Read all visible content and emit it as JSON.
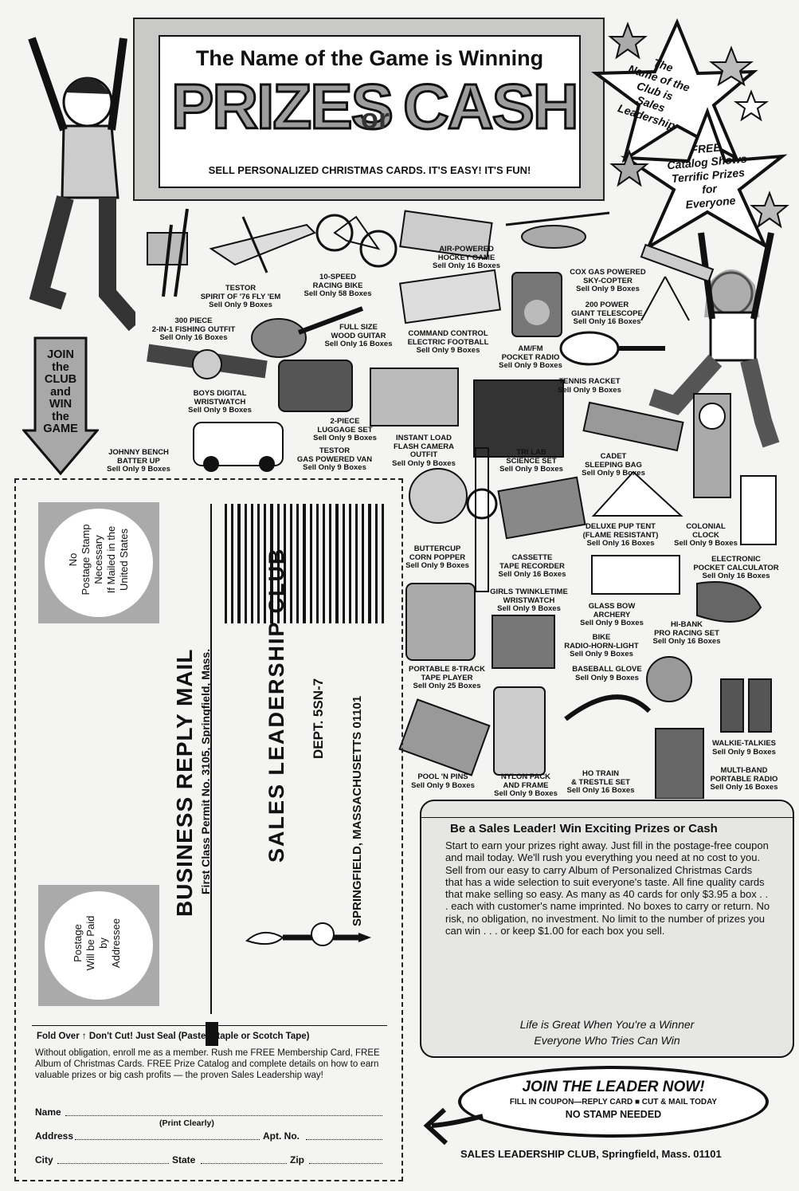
{
  "banner": {
    "headline": "The Name of the Game is Winning",
    "word1": "PRIZES",
    "or": "or",
    "word2": "CASH",
    "subline": "SELL PERSONALIZED CHRISTMAS CARDS. IT'S EASY! IT'S FUN!"
  },
  "stars": {
    "club_name": [
      "The",
      "Name of the",
      "Club is",
      "Sales",
      "Leadership"
    ],
    "catalog": [
      "FREE",
      "Catalog Shows",
      "Terrific Prizes",
      "for",
      "Everyone"
    ]
  },
  "arrow_text": [
    "JOIN",
    "the",
    "CLUB",
    "and",
    "WIN",
    "the",
    "GAME"
  ],
  "prizes": [
    {
      "name": "300 PIECE\n2-IN-1 FISHING OUTFIT",
      "sell": "Sell Only 16 Boxes"
    },
    {
      "name": "TESTOR\nSPIRIT OF '76 FLY 'EM",
      "sell": "Sell Only 9 Boxes"
    },
    {
      "name": "10-SPEED\nRACING BIKE",
      "sell": "Sell Only 58 Boxes"
    },
    {
      "name": "AIR-POWERED\nHOCKEY GAME",
      "sell": "Sell Only 16 Boxes"
    },
    {
      "name": "COX GAS POWERED\nSKY-COPTER",
      "sell": "Sell Only 9 Boxes"
    },
    {
      "name": "200 POWER\nGIANT TELESCOPE",
      "sell": "Sell Only 16 Boxes"
    },
    {
      "name": "FULL SIZE\nWOOD GUITAR",
      "sell": "Sell Only 16 Boxes"
    },
    {
      "name": "COMMAND CONTROL\nELECTRIC FOOTBALL",
      "sell": "Sell Only 9 Boxes"
    },
    {
      "name": "AM/FM\nPOCKET RADIO",
      "sell": "Sell Only 9 Boxes"
    },
    {
      "name": "TENNIS RACKET",
      "sell": "Sell Only 9 Boxes"
    },
    {
      "name": "BOYS DIGITAL\nWRISTWATCH",
      "sell": "Sell Only 9 Boxes"
    },
    {
      "name": "2-PIECE\nLUGGAGE SET",
      "sell": "Sell Only 9 Boxes"
    },
    {
      "name": "INSTANT LOAD\nFLASH CAMERA\nOUTFIT",
      "sell": "Sell Only 9 Boxes"
    },
    {
      "name": "TRI LAB\nSCIENCE SET",
      "sell": "Sell Only 9 Boxes"
    },
    {
      "name": "CADET\nSLEEPING BAG",
      "sell": "Sell Only 9 Boxes"
    },
    {
      "name": "JOHNNY BENCH\nBATTER UP",
      "sell": "Sell Only 9 Boxes"
    },
    {
      "name": "TESTOR\nGAS POWERED VAN",
      "sell": "Sell Only 9 Boxes"
    },
    {
      "name": "BUTTERCUP\nCORN POPPER",
      "sell": "Sell Only 9 Boxes"
    },
    {
      "name": "CASSETTE\nTAPE RECORDER",
      "sell": "Sell Only 16 Boxes"
    },
    {
      "name": "DELUXE PUP TENT\n(FLAME RESISTANT)",
      "sell": "Sell Only 16 Boxes"
    },
    {
      "name": "COLONIAL\nCLOCK",
      "sell": "Sell Only 9 Boxes"
    },
    {
      "name": "ELECTRONIC\nPOCKET CALCULATOR",
      "sell": "Sell Only 16 Boxes"
    },
    {
      "name": "GIRLS TWINKLETIME\nWRISTWATCH",
      "sell": "Sell Only 9 Boxes"
    },
    {
      "name": "GLASS BOW\nARCHERY",
      "sell": "Sell Only 9 Boxes"
    },
    {
      "name": "HI-BANK\nPRO RACING SET",
      "sell": "Sell Only 16 Boxes"
    },
    {
      "name": "BIKE\nRADIO-HORN-LIGHT",
      "sell": "Sell Only 9 Boxes"
    },
    {
      "name": "PORTABLE 8-TRACK\nTAPE PLAYER",
      "sell": "Sell Only 25 Boxes"
    },
    {
      "name": "BASEBALL GLOVE",
      "sell": "Sell Only 9 Boxes"
    },
    {
      "name": "WALKIE-TALKIES",
      "sell": "Sell Only 9 Boxes"
    },
    {
      "name": "MULTI-BAND\nPORTABLE RADIO",
      "sell": "Sell Only 16 Boxes"
    },
    {
      "name": "POOL 'N PINS",
      "sell": "Sell Only 9 Boxes"
    },
    {
      "name": "NYLON PACK\nAND FRAME",
      "sell": "Sell Only 9 Boxes"
    },
    {
      "name": "HO TRAIN\n& TRESTLE SET",
      "sell": "Sell Only 16 Boxes"
    }
  ],
  "coupon": {
    "stamp_top": [
      "No",
      "Postage Stamp",
      "Necessary",
      "If Mailed in the",
      "United States"
    ],
    "stamp_bottom": [
      "Postage",
      "Will be Paid",
      "by",
      "Addressee"
    ],
    "brm_title": "BUSINESS REPLY MAIL",
    "brm_permit": "First Class Permit No. 3105, Springfield, Mass.",
    "club": "SALES LEADERSHIP CLUB",
    "dept": "DEPT. 5SN-7",
    "city": "SPRINGFIELD, MASSACHUSETTS 01101",
    "fold": "Fold Over",
    "fold_rest": "Don't Cut! Just Seal (Paste, Staple or Scotch Tape)",
    "body": "Without obligation, enroll me as a member. Rush me FREE Membership Card, FREE Album of Christmas Cards. FREE Prize Catalog and complete details on how to earn valuable prizes or big cash profits — the proven Sales Leadership way!",
    "name_label": "Name",
    "print_clearly": "(Print Clearly)",
    "address_label": "Address",
    "apt_label": "Apt. No.",
    "city_label": "City",
    "state_label": "State",
    "zip_label": "Zip"
  },
  "leader": {
    "title": "Be a Sales Leader! Win Exciting Prizes or Cash",
    "body": "Start to earn your prizes right away. Just fill in the postage-free coupon and mail today. We'll rush you everything you need at no cost to you. Sell from our easy to carry Album of Personalized Christmas Cards that has a wide selection to suit everyone's taste. All fine quality cards that make selling so easy. As many as 40 cards for only $3.95 a box . . . each with customer's name imprinted. No boxes to carry or return. No risk, no obligation, no investment. No limit to the number of prizes you can win . . . or keep $1.00 for each box you sell.",
    "slogan1": "Life is Great When You're a Winner",
    "slogan2": "Everyone Who Tries Can Win"
  },
  "cta": {
    "title": "JOIN THE LEADER NOW!",
    "line2": "FILL IN COUPON—REPLY CARD ■ CUT & MAIL TODAY",
    "line3": "NO STAMP NEEDED"
  },
  "footer": "SALES LEADERSHIP CLUB, Springfield, Mass. 01101"
}
